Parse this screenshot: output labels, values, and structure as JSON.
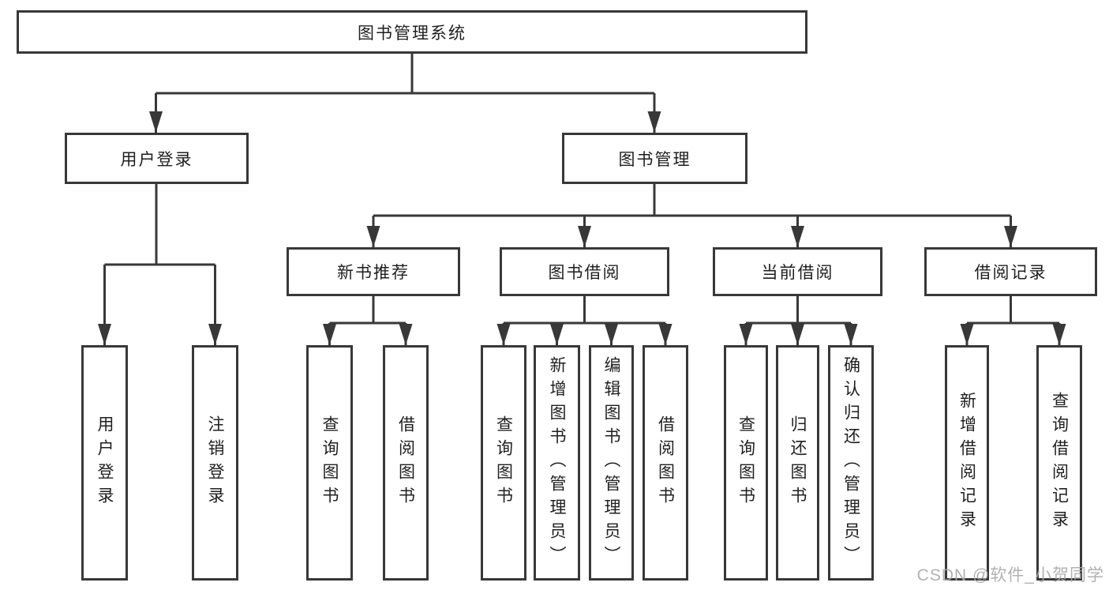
{
  "tree": {
    "label": "图书管理系统",
    "children": [
      {
        "label": "用户登录",
        "children": [
          {
            "label": "用户登录"
          },
          {
            "label": "注销登录"
          }
        ]
      },
      {
        "label": "图书管理",
        "children": [
          {
            "label": "新书推荐",
            "children": [
              {
                "label": "查询图书"
              },
              {
                "label": "借阅图书"
              }
            ]
          },
          {
            "label": "图书借阅",
            "children": [
              {
                "label": "查询图书"
              },
              {
                "label": "新增图书（管理员）"
              },
              {
                "label": "编辑图书（管理员）"
              },
              {
                "label": "借阅图书"
              }
            ]
          },
          {
            "label": "当前借阅",
            "children": [
              {
                "label": "查询图书"
              },
              {
                "label": "归还图书"
              },
              {
                "label": "确认归还（管理员）"
              }
            ]
          },
          {
            "label": "借阅记录",
            "children": [
              {
                "label": "新增借阅记录"
              },
              {
                "label": "查询借阅记录"
              }
            ]
          }
        ]
      }
    ]
  },
  "watermark": "CSDN @软件_小贺同学",
  "colors": {
    "line": "#383838",
    "text": "#1f1f1f",
    "bg": "#ffffff",
    "watermark": "#a9a9a9"
  }
}
